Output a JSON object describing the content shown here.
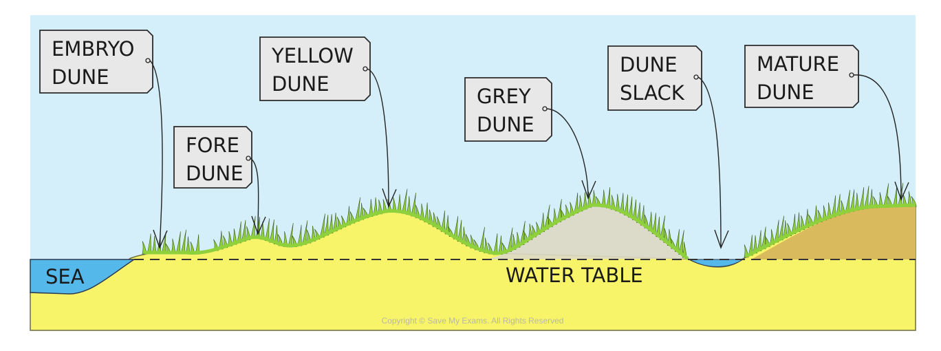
{
  "labels": {
    "embryo": [
      "EMBRYO",
      "DUNE"
    ],
    "fore": [
      "FORE",
      "DUNE"
    ],
    "yellow": [
      "YELLOW",
      "DUNE"
    ],
    "grey": [
      "GREY",
      "DUNE"
    ],
    "slack": [
      "DUNE",
      "SLACK"
    ],
    "mature": [
      "MATURE",
      "DUNE"
    ]
  },
  "sea_label": "SEA",
  "water_table_label": "WATER TABLE",
  "copyright": "Copyright © Save My Exams. All Rights Reserved",
  "colors": {
    "sky": "#d4eff9",
    "sand": "#f8f46a",
    "sea": "#55b8ea",
    "grey_dune": "#dcd9c4",
    "mature_dune": "#d9bb5e",
    "grass": "#8fd13c",
    "label_box": "#e8e8e8"
  }
}
